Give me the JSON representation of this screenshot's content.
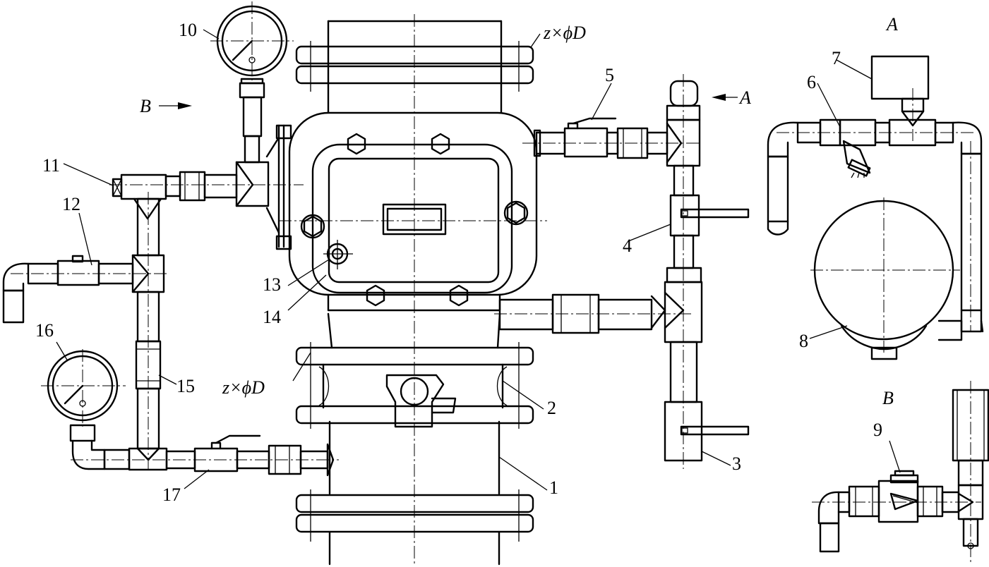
{
  "labels": {
    "n1": "1",
    "n2": "2",
    "n3": "3",
    "n4": "4",
    "n5": "5",
    "n6": "6",
    "n7": "7",
    "n8": "8",
    "n9": "9",
    "n10": "10",
    "n11": "11",
    "n12": "12",
    "n13": "13",
    "n14": "14",
    "n15": "15",
    "n16": "16",
    "n17": "17",
    "flange_top": "z×ϕD",
    "flange_bottom": "z×ϕD",
    "view_a_arrow": "A",
    "view_b_arrow": "B",
    "detail_a": "A",
    "detail_b": "B"
  }
}
